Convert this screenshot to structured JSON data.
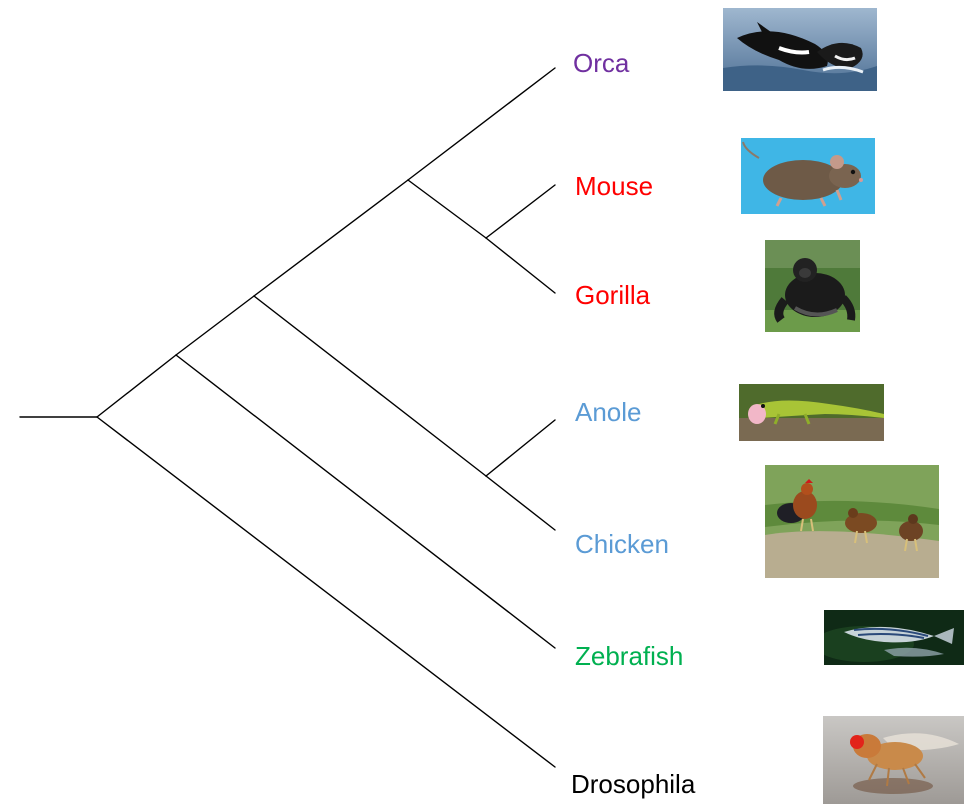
{
  "taxa": [
    {
      "name": "Orca",
      "color": "#7030a0",
      "image": "orca-photo"
    },
    {
      "name": "Mouse",
      "color": "#ff0000",
      "image": "mouse-photo"
    },
    {
      "name": "Gorilla",
      "color": "#ff0000",
      "image": "gorilla-photo"
    },
    {
      "name": "Anole",
      "color": "#5b9bd5",
      "image": "anole-photo"
    },
    {
      "name": "Chicken",
      "color": "#5b9bd5",
      "image": "chicken-photo"
    },
    {
      "name": "Zebrafish",
      "color": "#00b050",
      "image": "zebrafish-photo"
    },
    {
      "name": "Drosophila",
      "color": "#000000",
      "image": "drosophila-photo"
    }
  ],
  "tree": {
    "newick": "(Drosophila,(Zebrafish,((Anole,Chicken),(Orca,(Mouse,Gorilla)))));",
    "line_color": "#000000"
  }
}
